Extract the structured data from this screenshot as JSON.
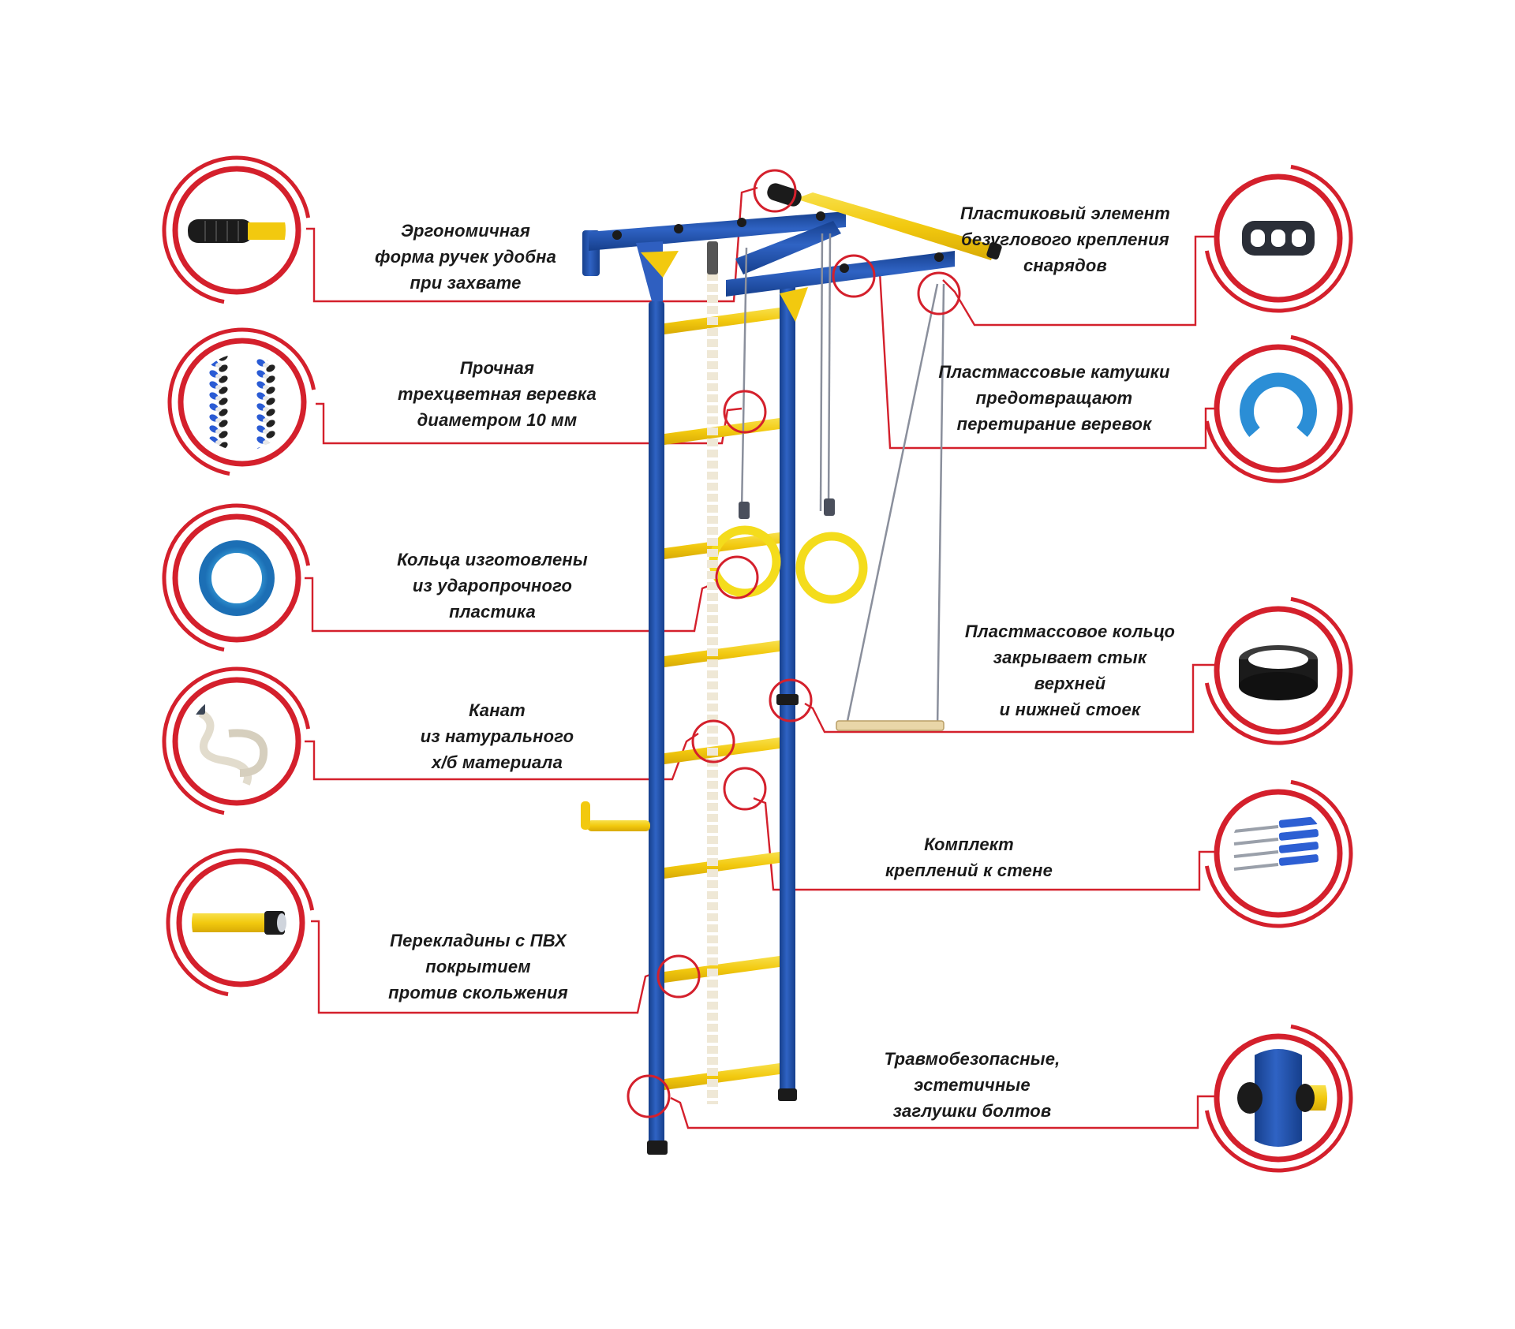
{
  "colors": {
    "accent_red": "#d4202c",
    "frame_blue": "#1f4fa8",
    "bar_yellow": "#f3d21c",
    "bolt_black": "#1b1b1b",
    "rope_white": "#f1ece0"
  },
  "features": [
    {
      "id": "grip",
      "side": "left",
      "icon": "grip-handle-icon",
      "lines": [
        "Эргономичная",
        "форма ручек удобна",
        "при захвате"
      ]
    },
    {
      "id": "rope",
      "side": "left",
      "icon": "three-color-rope-icon",
      "lines": [
        "Прочная",
        "трехцветная веревка",
        "диаметром 10 мм"
      ]
    },
    {
      "id": "rings",
      "side": "left",
      "icon": "plastic-ring-icon",
      "lines": [
        "Кольца изготовлены",
        "из ударопрочного",
        "пластика"
      ]
    },
    {
      "id": "climb-rope",
      "side": "left",
      "icon": "cotton-rope-icon",
      "lines": [
        "Канат",
        "из натурального",
        "х/б материала"
      ]
    },
    {
      "id": "rungs",
      "side": "left",
      "icon": "pvc-rung-icon",
      "lines": [
        "Перекладины с ПВХ",
        "покрытием",
        "против скольжения"
      ]
    },
    {
      "id": "mount",
      "side": "right",
      "icon": "triple-mount-plate-icon",
      "lines": [
        "Пластиковый элемент",
        "безуглового крепления",
        "снарядов"
      ]
    },
    {
      "id": "spools",
      "side": "right",
      "icon": "plastic-spool-icon",
      "lines": [
        "Пластмассовые катушки",
        "предотвращают",
        "перетирание веревок"
      ]
    },
    {
      "id": "joint-ring",
      "side": "right",
      "icon": "joint-cover-ring-icon",
      "lines": [
        "Пластмассовое кольцо",
        "закрывает стык",
        "верхней",
        "и нижней стоек"
      ]
    },
    {
      "id": "fasteners",
      "side": "right",
      "icon": "wall-fasteners-icon",
      "lines": [
        "Комплект",
        "креплений к стене"
      ]
    },
    {
      "id": "caps",
      "side": "right",
      "icon": "bolt-cap-icon",
      "lines": [
        "Травмобезопасные,",
        "эстетичные",
        "заглушки болтов"
      ]
    }
  ]
}
